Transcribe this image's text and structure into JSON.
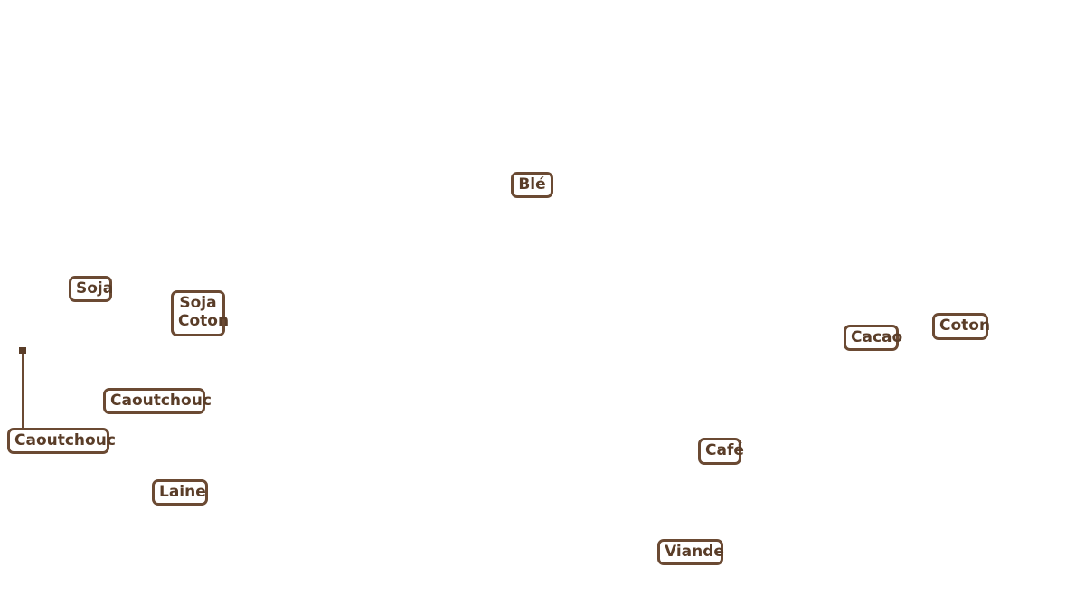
{
  "labels": [
    {
      "id": "ble",
      "lines": [
        "Blé"
      ]
    },
    {
      "id": "soja-1",
      "lines": [
        "Soja"
      ]
    },
    {
      "id": "soja-coton",
      "lines": [
        "Soja",
        "Coton"
      ]
    },
    {
      "id": "caoutchouc-1",
      "lines": [
        "Caoutchouc"
      ]
    },
    {
      "id": "caoutchouc-2",
      "lines": [
        "Caoutchouc"
      ]
    },
    {
      "id": "laine",
      "lines": [
        "Laine"
      ]
    },
    {
      "id": "cacao",
      "lines": [
        "Cacao"
      ]
    },
    {
      "id": "coton",
      "lines": [
        "Coton"
      ]
    },
    {
      "id": "cafe",
      "lines": [
        "Café"
      ]
    },
    {
      "id": "viande",
      "lines": [
        "Viande"
      ]
    }
  ],
  "colors": {
    "label_border": "#6b4a33",
    "label_text": "#5a3d28",
    "background": "#ffffff"
  }
}
